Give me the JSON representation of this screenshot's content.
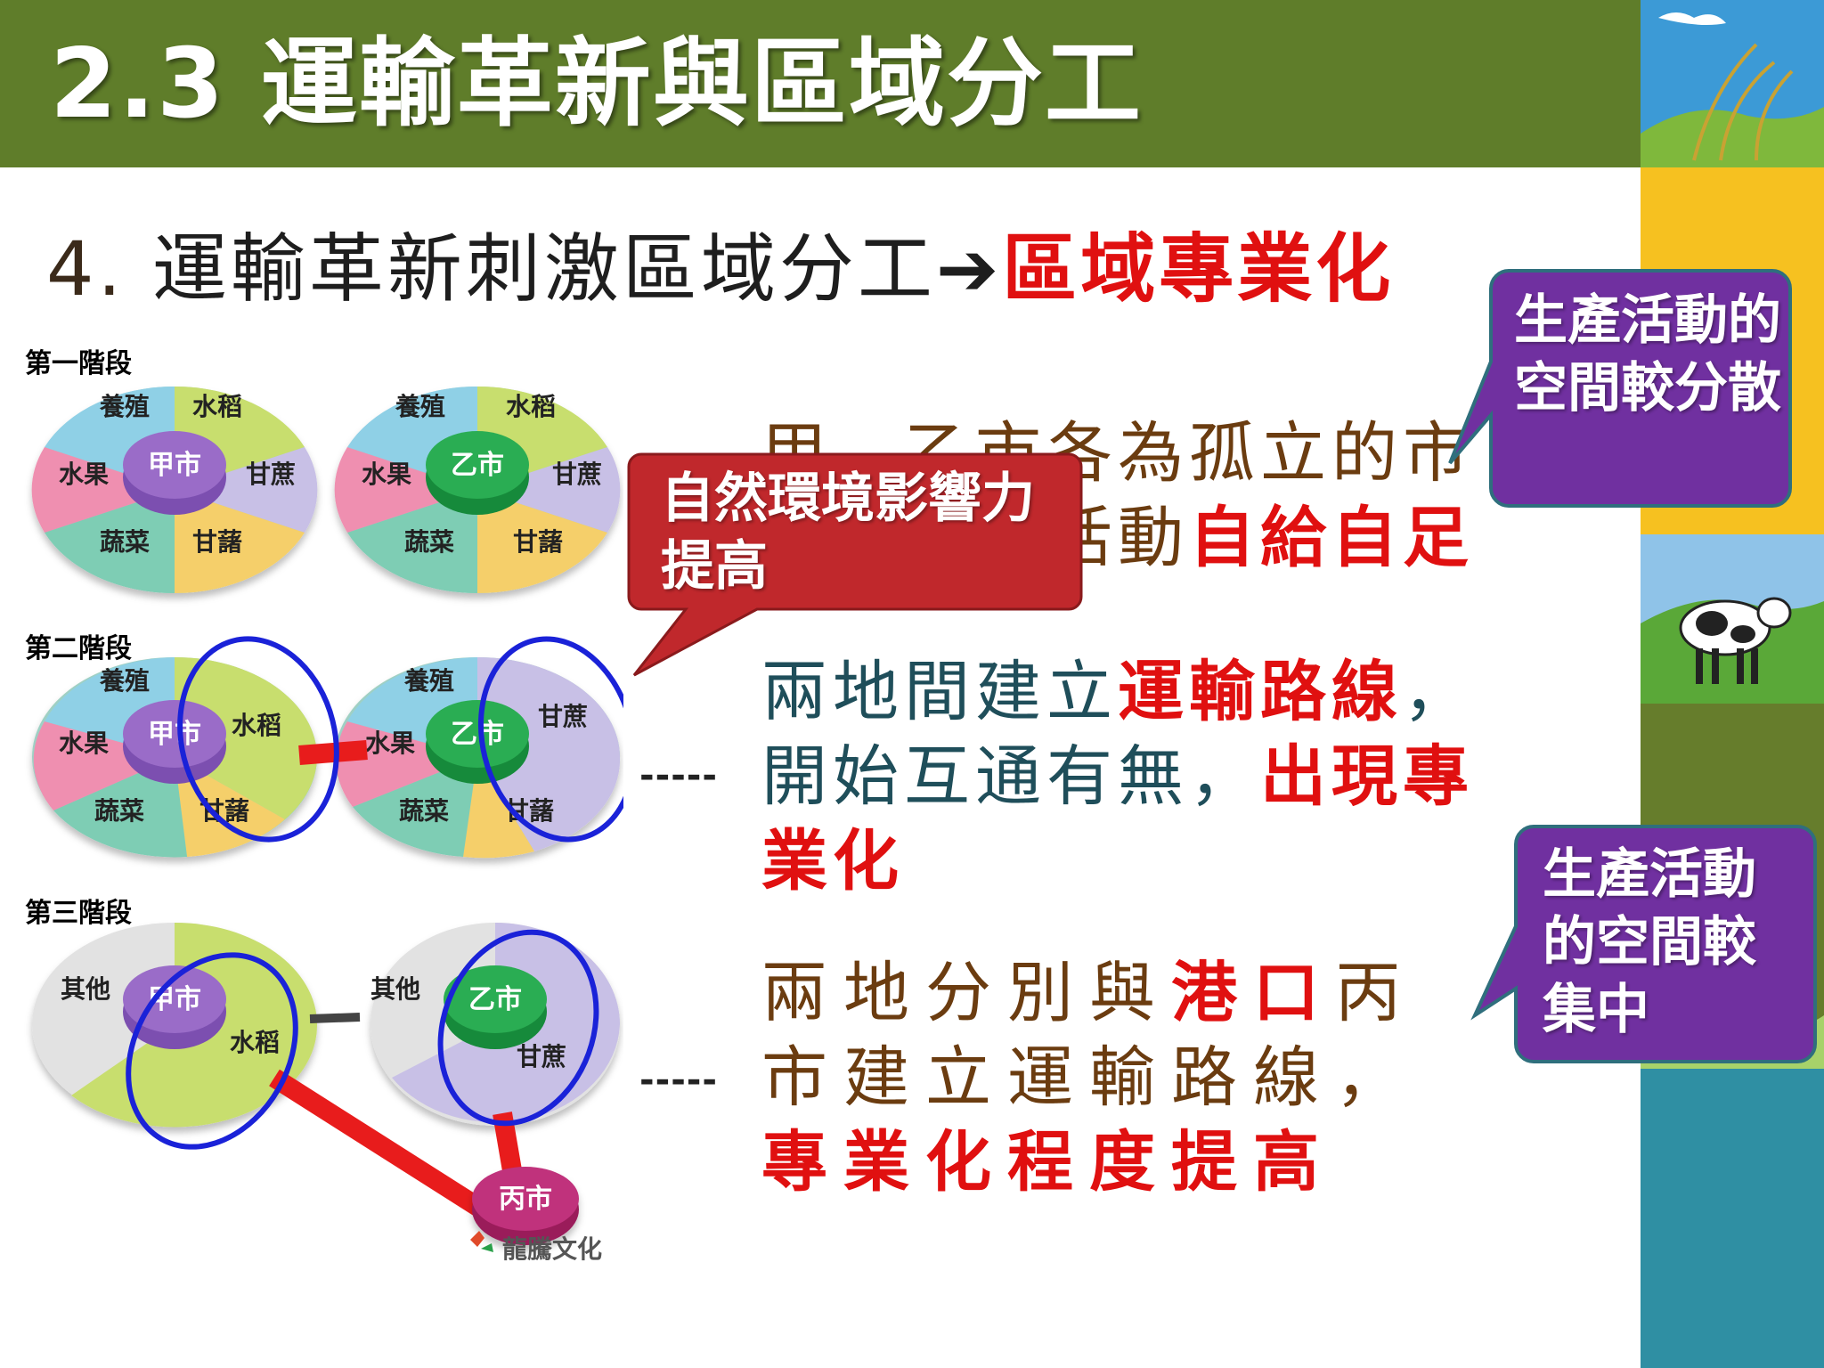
{
  "title": "2.3 運輸革新與區域分工",
  "heading": {
    "number": "4.",
    "text": "運輸革新刺激區域分工",
    "highlight": "區域專業化"
  },
  "paragraphs": {
    "p1": {
      "normal1": "甲、乙市各為孤立的市場，生產活動",
      "red1": "自給自足"
    },
    "p2": {
      "normal1": "兩地間建立",
      "red1": "運輸路線",
      "normal2": "，開始互通有無，",
      "red2": "出現專業化"
    },
    "p3": {
      "normal1": "兩地分別與",
      "red1": "港口",
      "normal2": "丙市建立運輸路線，",
      "red2": "專業化程度提高"
    }
  },
  "dashes": "-----",
  "callouts": {
    "red": "自然環境影響力提高",
    "purple_top": "生產活動的空間較分散",
    "purple_bottom": "生產活動的空間較集中"
  },
  "diagram": {
    "stage1": "第一階段",
    "stage2": "第二階段",
    "stage3": "第三階段",
    "city_a": "甲市",
    "city_b": "乙市",
    "city_c": "丙市",
    "slice_aquaculture": "養殖",
    "slice_rice": "水稻",
    "slice_sugarcane": "甘蔗",
    "slice_sweetpotato": "甘藷",
    "slice_vegetable": "蔬菜",
    "slice_fruit": "水果",
    "slice_other": "其他",
    "publisher": "龍騰文化"
  },
  "colors": {
    "title_bg": "#5f7d2a",
    "callout_red": "#c0282c",
    "callout_purple": "#7030a0",
    "highlight_red": "#e01010",
    "ellipse_blue": "#1a22d8"
  }
}
